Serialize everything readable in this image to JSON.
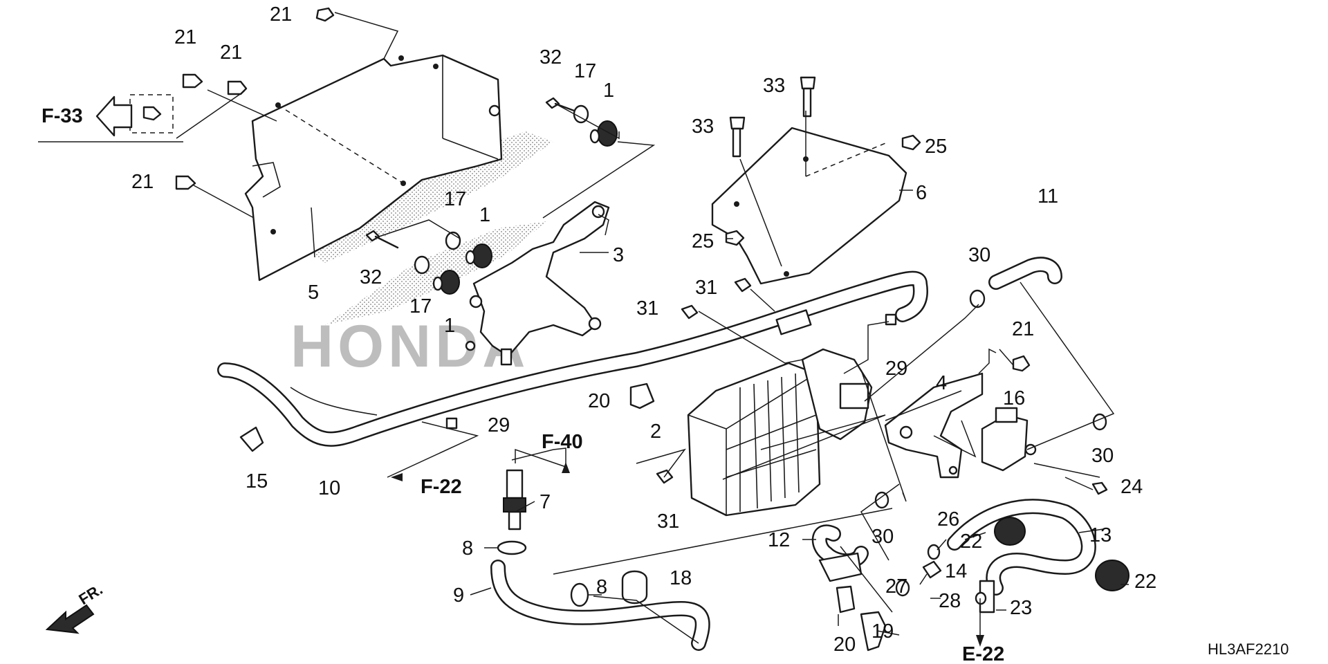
{
  "diagram": {
    "code": "HL3AF2210",
    "front_label": "FR.",
    "watermark": "HONDA",
    "refs": {
      "f33": "F-33",
      "f40": "F-40",
      "f22": "F-22",
      "e22": "E-22"
    },
    "callouts": {
      "c1a": "1",
      "c1b": "1",
      "c1c": "1",
      "c2": "2",
      "c3": "3",
      "c4": "4",
      "c5": "5",
      "c6": "6",
      "c7": "7",
      "c8a": "8",
      "c8b": "8",
      "c9": "9",
      "c10": "10",
      "c11": "11",
      "c12": "12",
      "c13": "13",
      "c14": "14",
      "c15": "15",
      "c16": "16",
      "c17a": "17",
      "c17b": "17",
      "c17c": "17",
      "c18": "18",
      "c19": "19",
      "c20a": "20",
      "c20b": "20",
      "c21a": "21",
      "c21b": "21",
      "c21c": "21",
      "c21d": "21",
      "c21e": "21",
      "c22a": "22",
      "c22b": "22",
      "c23": "23",
      "c24": "24",
      "c25a": "25",
      "c25b": "25",
      "c26": "26",
      "c27": "27",
      "c28": "28",
      "c29a": "29",
      "c29b": "29",
      "c30a": "30",
      "c30b": "30",
      "c30c": "30",
      "c31a": "31",
      "c31b": "31",
      "c31c": "31",
      "c32a": "32",
      "c32b": "32",
      "c33a": "33",
      "c33b": "33"
    }
  }
}
